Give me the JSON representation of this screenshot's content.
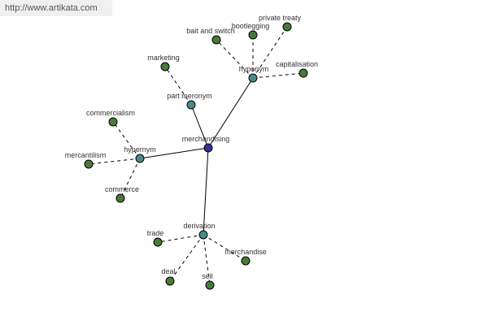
{
  "watermark": "http://www.artikata.com",
  "colors": {
    "root": "#333399",
    "relation": "#4a8a8a",
    "leaf": "#4a7a3a",
    "node_stroke": "#000000"
  },
  "nodes": {
    "merchandising": "merchandising",
    "hyponym": "hyponym",
    "part_meronym": "part meronym",
    "hypernym": "hypernym",
    "derivation": "derivation",
    "bait_and_switch": "bait and switch",
    "bootlegging": "bootlegging",
    "private_treaty": "private treaty",
    "capitalisation": "capitalisation",
    "marketing": "marketing",
    "commercialism": "commercialism",
    "mercantilism": "mercantilism",
    "commerce": "commerce",
    "trade": "trade",
    "merchandise": "merchandise",
    "deal": "deal",
    "sell": "sell"
  }
}
